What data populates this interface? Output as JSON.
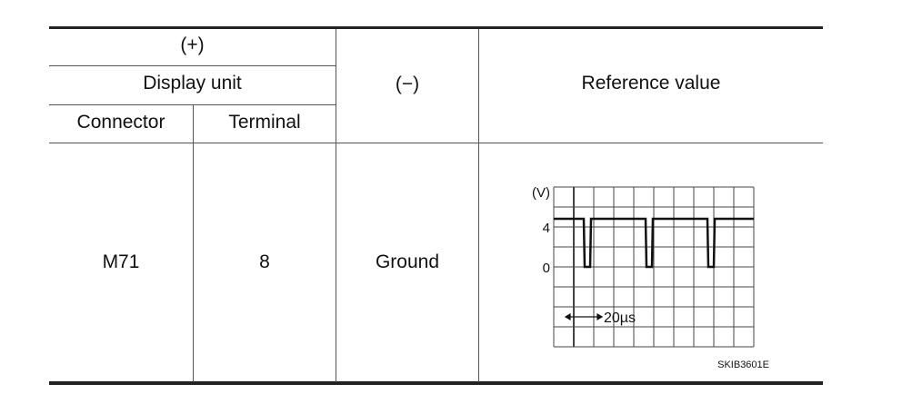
{
  "table": {
    "header": {
      "plus": "(+)",
      "display_unit": "Display unit",
      "connector": "Connector",
      "terminal": "Terminal",
      "minus": "(−)",
      "reference_value": "Reference value"
    },
    "row": {
      "connector": "M71",
      "terminal": "8",
      "minus": "Ground"
    }
  },
  "waveform": {
    "unit_label": "(V)",
    "level_high": "4",
    "level_low": "0",
    "timebase": "20µs",
    "figure_code": "SKIB3601E"
  }
}
